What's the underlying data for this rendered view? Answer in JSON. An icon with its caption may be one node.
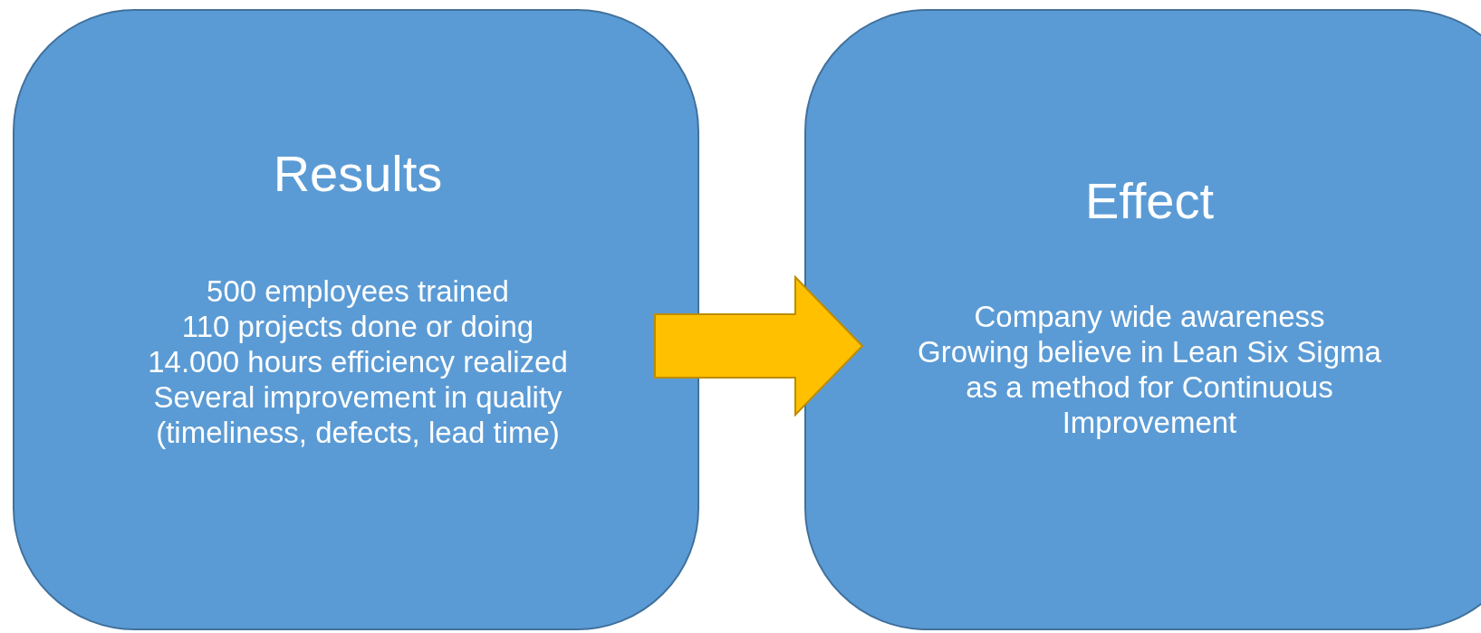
{
  "diagram": {
    "nodes": [
      {
        "text": [
          "Results",
          "500 employees trained",
          "110 projects done or doing",
          "14.000 hours efficiency realized",
          "Several improvement in quality (timeliness, defects, lead time)"
        ]
      },
      {
        "text": [
          "Effect",
          "Company wide awareness",
          "Growing believe in Lean Six Sigma as a method for Continuous Improvement"
        ]
      }
    ],
    "edges": [
      {
        "from": 0,
        "to": 1,
        "arrow": "to"
      }
    ]
  }
}
